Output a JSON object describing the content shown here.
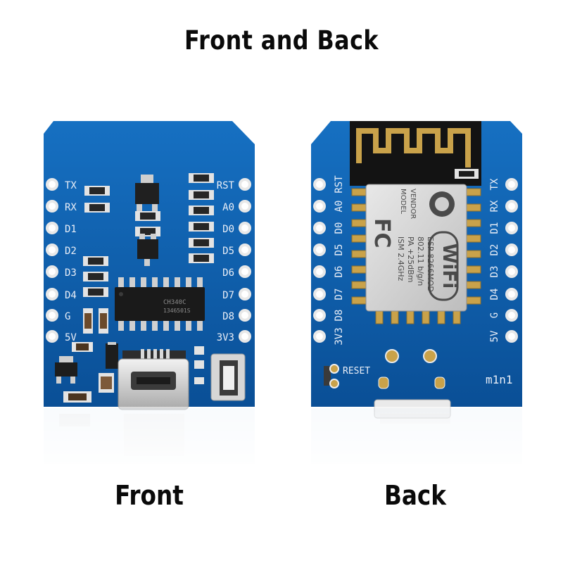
{
  "title": "Front and Back",
  "captions": {
    "front": "Front",
    "back": "Back"
  },
  "front": {
    "left_pins": [
      "TX",
      "RX",
      "D1",
      "D2",
      "D3",
      "D4",
      "G",
      "5V"
    ],
    "right_pins": [
      "RST",
      "A0",
      "D0",
      "D5",
      "D6",
      "D7",
      "D8",
      "3V3"
    ],
    "chip_text": [
      "CH340C",
      "1346501S"
    ]
  },
  "back": {
    "left_pins": [
      "RST",
      "A0",
      "D0",
      "D5",
      "D6",
      "D7",
      "D8",
      "3V3"
    ],
    "right_pins": [
      "TX",
      "RX",
      "D1",
      "D2",
      "D3",
      "D4",
      "G",
      "5V"
    ],
    "module_lines": [
      "MODEL",
      "VENDOR",
      "ISM 2.4GHz",
      "PA +25dBm",
      "802.11 b/g/n",
      "ESP-8266MOD"
    ],
    "fc_logo": "FC",
    "wifi_logo": "WiFi",
    "reset_label": "RESET",
    "board_label": "m1n1"
  },
  "colors": {
    "pcb": "#0b5aa8",
    "pcb_light": "#1e74c4",
    "gold": "#c9a24a",
    "silk": "#e9eef7"
  }
}
